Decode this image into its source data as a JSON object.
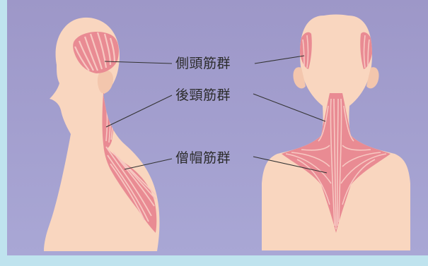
{
  "colors": {
    "background_top": "#9f99c9",
    "background_bottom": "#a7a5d4",
    "frame": "#bfe3ee",
    "skin": "#f9d6bf",
    "muscle": "#e98b93",
    "muscle_fiber": "#f7c8c2",
    "leader_line": "#333333"
  },
  "labels": {
    "temporal": "側頭筋群",
    "posterior_neck": "後頸筋群",
    "trapezius": "僧帽筋群"
  },
  "figures": {
    "side_view": "side-profile-figure",
    "back_view": "back-view-figure"
  }
}
